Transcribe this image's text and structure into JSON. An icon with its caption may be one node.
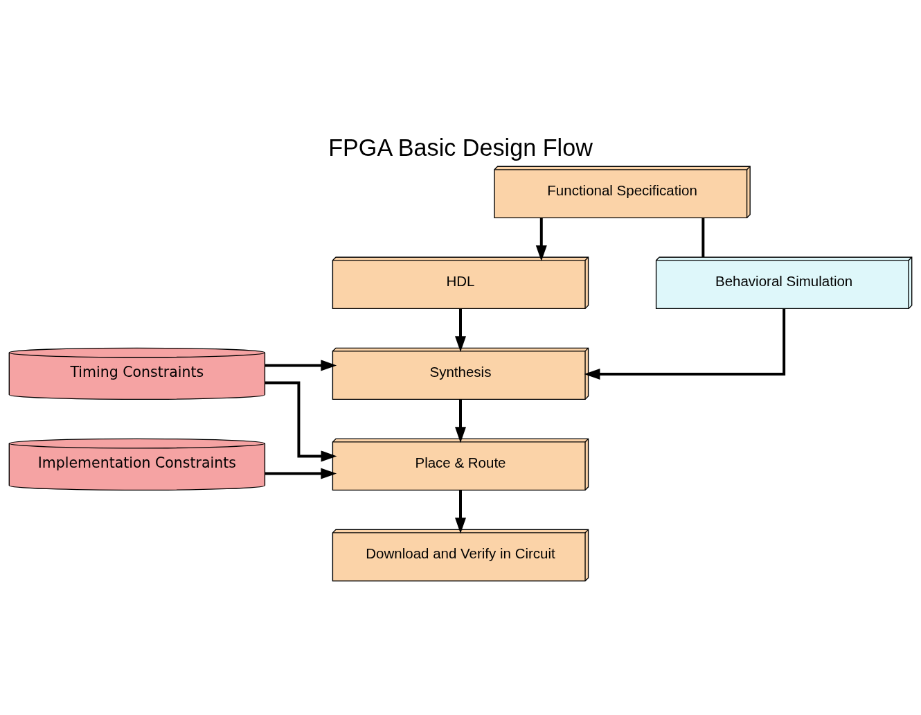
{
  "diagram": {
    "title": "FPGA Basic Design Flow",
    "nodes": [
      {
        "text": [
          "Functional Specification"
        ]
      },
      {
        "text": [
          "HDL"
        ]
      },
      {
        "text": [
          "Behavioral Simulation"
        ]
      },
      {
        "text": [
          "Synthesis"
        ]
      },
      {
        "text": [
          "Timing Constraints"
        ]
      },
      {
        "text": [
          "Place & Route"
        ]
      },
      {
        "text": [
          "Implementation Constraints"
        ]
      },
      {
        "text": [
          "Download and Verify in Circuit"
        ]
      }
    ],
    "edges": [
      {
        "from": 0,
        "to": 1,
        "arrow": "to"
      },
      {
        "from": 0,
        "to": 2,
        "arrow": "none"
      },
      {
        "from": 1,
        "to": 3,
        "arrow": "to"
      },
      {
        "from": 2,
        "to": 3,
        "arrow": "to"
      },
      {
        "from": 3,
        "to": 5,
        "arrow": "to"
      },
      {
        "from": 4,
        "to": 3,
        "arrow": "to"
      },
      {
        "from": 4,
        "to": 5,
        "arrow": "to"
      },
      {
        "from": 6,
        "to": 5,
        "arrow": "to"
      },
      {
        "from": 5,
        "to": 7,
        "arrow": "to"
      }
    ]
  }
}
